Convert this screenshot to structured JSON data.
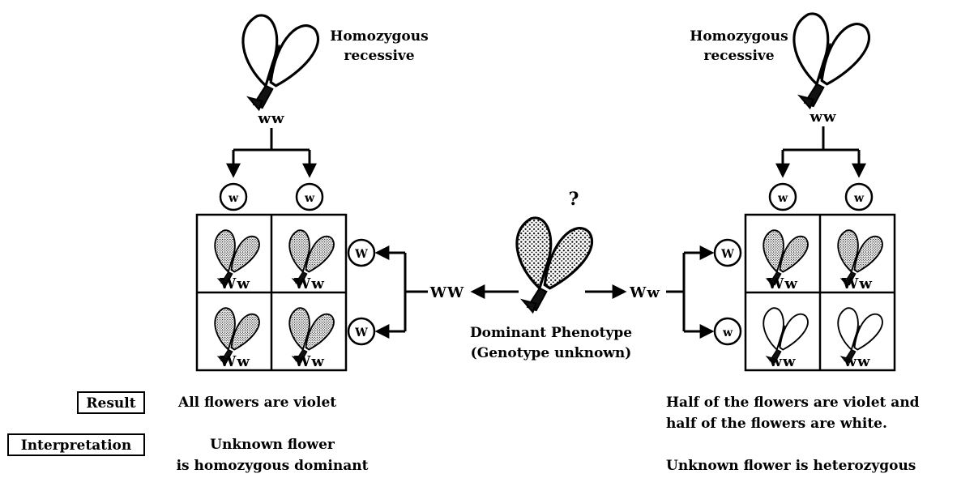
{
  "title_left_parent": [
    "Homozygous",
    "recessive"
  ],
  "title_right_parent": [
    "Homozygous",
    "recessive"
  ],
  "left_parent_genotype": "ww",
  "right_parent_genotype": "ww",
  "gamete_recessive": "w",
  "gamete_dominant": "W",
  "unknown_mark": "?",
  "center_label": [
    "Dominant Phenotype",
    "(Genotype unknown)"
  ],
  "left_hypothesis_genotype": "WW",
  "right_hypothesis_genotype": "Ww",
  "left_offspring": [
    "Ww",
    "Ww",
    "Ww",
    "Ww"
  ],
  "right_offspring": [
    "Ww",
    "Ww",
    "ww",
    "ww"
  ],
  "result_tag": "Result",
  "interpretation_tag": "Interpretation",
  "left_result": "All flowers are violet",
  "left_interpretation": [
    "Unknown flower",
    "is homozygous dominant"
  ],
  "right_result": [
    "Half of the flowers are violet and",
    "half of the flowers are white."
  ],
  "right_interpretation": "Unknown flower is heterozygous",
  "colors": {
    "ink": "#000000",
    "paper": "#ffffff"
  }
}
